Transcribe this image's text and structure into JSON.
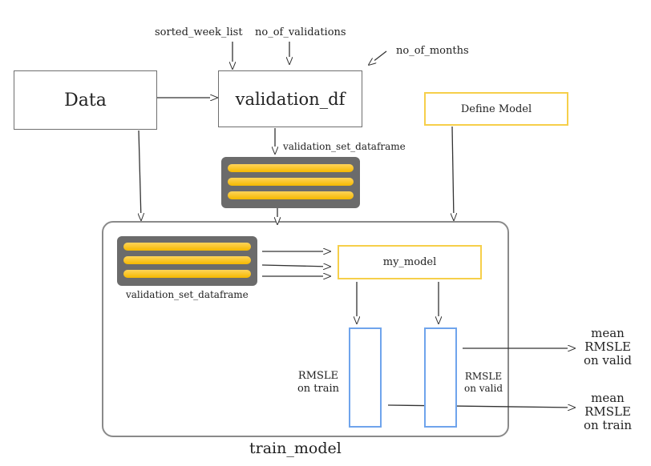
{
  "inputs": {
    "sorted_week_list": "sorted_week_list",
    "no_of_validations": "no_of_validations",
    "no_of_months": "no_of_months"
  },
  "nodes": {
    "data": "Data",
    "validation_df": "validation_df",
    "define_model": "Define Model",
    "my_model": "my_model",
    "train_model": "train_model"
  },
  "dataframe_labels": {
    "top": "validation_set_dataframe",
    "inner": "validation_set_dataframe"
  },
  "metrics": {
    "rmsle_train_line1": "RMSLE",
    "rmsle_train_line2": "on train",
    "rmsle_valid_line1": "RMSLE",
    "rmsle_valid_line2": "on valid"
  },
  "outputs": {
    "mean_valid_line1": "mean",
    "mean_valid_line2": "RMSLE",
    "mean_valid_line3": "on valid",
    "mean_train_line1": "mean",
    "mean_train_line2": "RMSLE",
    "mean_train_line3": "on train"
  },
  "colors": {
    "gray_border": "#6f6f6f",
    "yellow_border": "#f6cf4a",
    "blue_border": "#6fa4ec",
    "stack_bg": "#6b6b6b",
    "bar_fill": "#f5b800"
  }
}
